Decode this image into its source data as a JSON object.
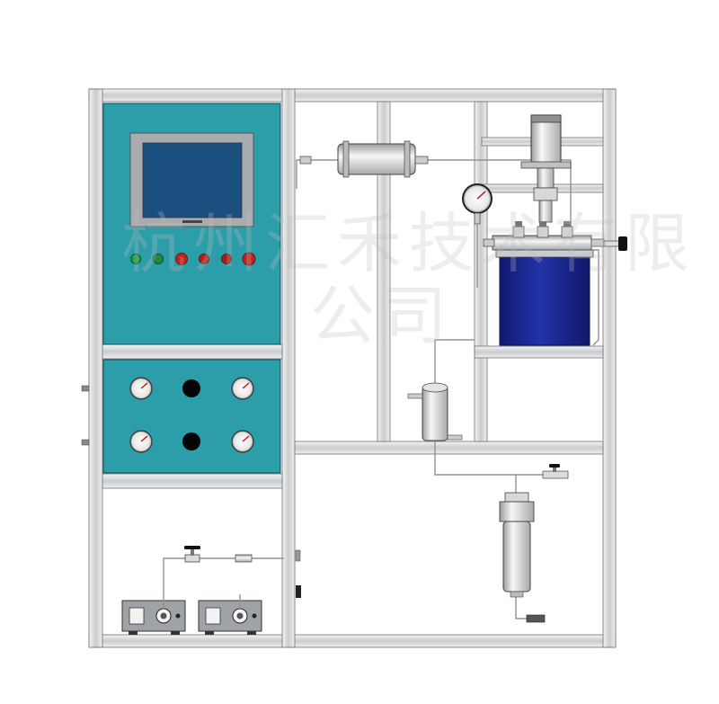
{
  "watermark": {
    "line1": "杭州汇禾技术有限",
    "line2": "公司"
  },
  "colors": {
    "frame": "#d3d5d7",
    "frame_edge": "#6f6f6f",
    "panel_teal": "#2c9ea9",
    "screen_blue": "#1b4f80",
    "vessel_blue": "#1c2a97",
    "indicator_green": "#1f9b42",
    "indicator_red": "#c4211b"
  },
  "indicators": [
    "green",
    "green",
    "red",
    "red",
    "red",
    "red"
  ],
  "icons": [
    "pressure-gauge-icon",
    "valve-handle-icon",
    "indicator-light-icon"
  ]
}
